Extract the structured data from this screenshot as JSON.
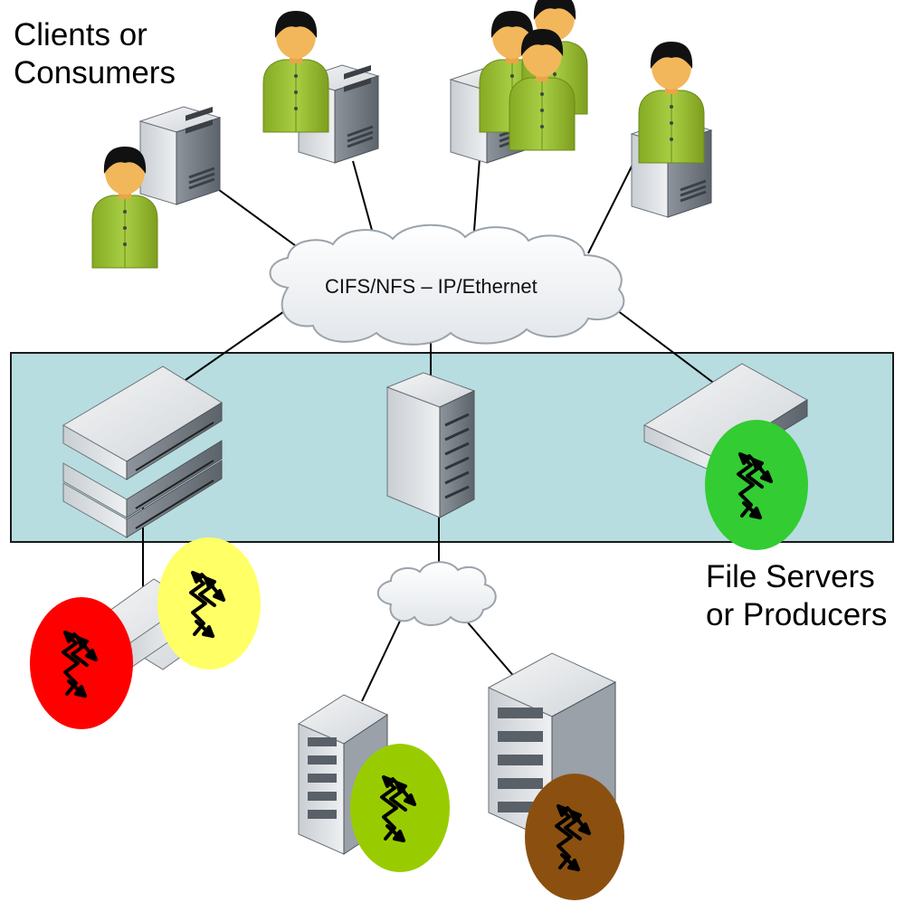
{
  "labels": {
    "clients_line1": "Clients or",
    "clients_line2": "Consumers",
    "cloud": "CIFS/NFS – IP/Ethernet",
    "servers_line1": "File Servers",
    "servers_line2": "or Producers"
  },
  "colors": {
    "server_zone_fill": "#b7dde0",
    "server_zone_border": "#1a1a1a",
    "person_body": "#9cc23a",
    "person_skin": "#f2b75b",
    "person_hair": "#111111",
    "badges": [
      "#ff0000",
      "#ffff66",
      "#33cc33",
      "#99cc00",
      "#8b5010"
    ]
  },
  "icons": [
    "person-icon",
    "tower-server-icon",
    "rack-server-icon",
    "storage-array-icon",
    "cloud-icon",
    "file-share-badge-icon"
  ]
}
